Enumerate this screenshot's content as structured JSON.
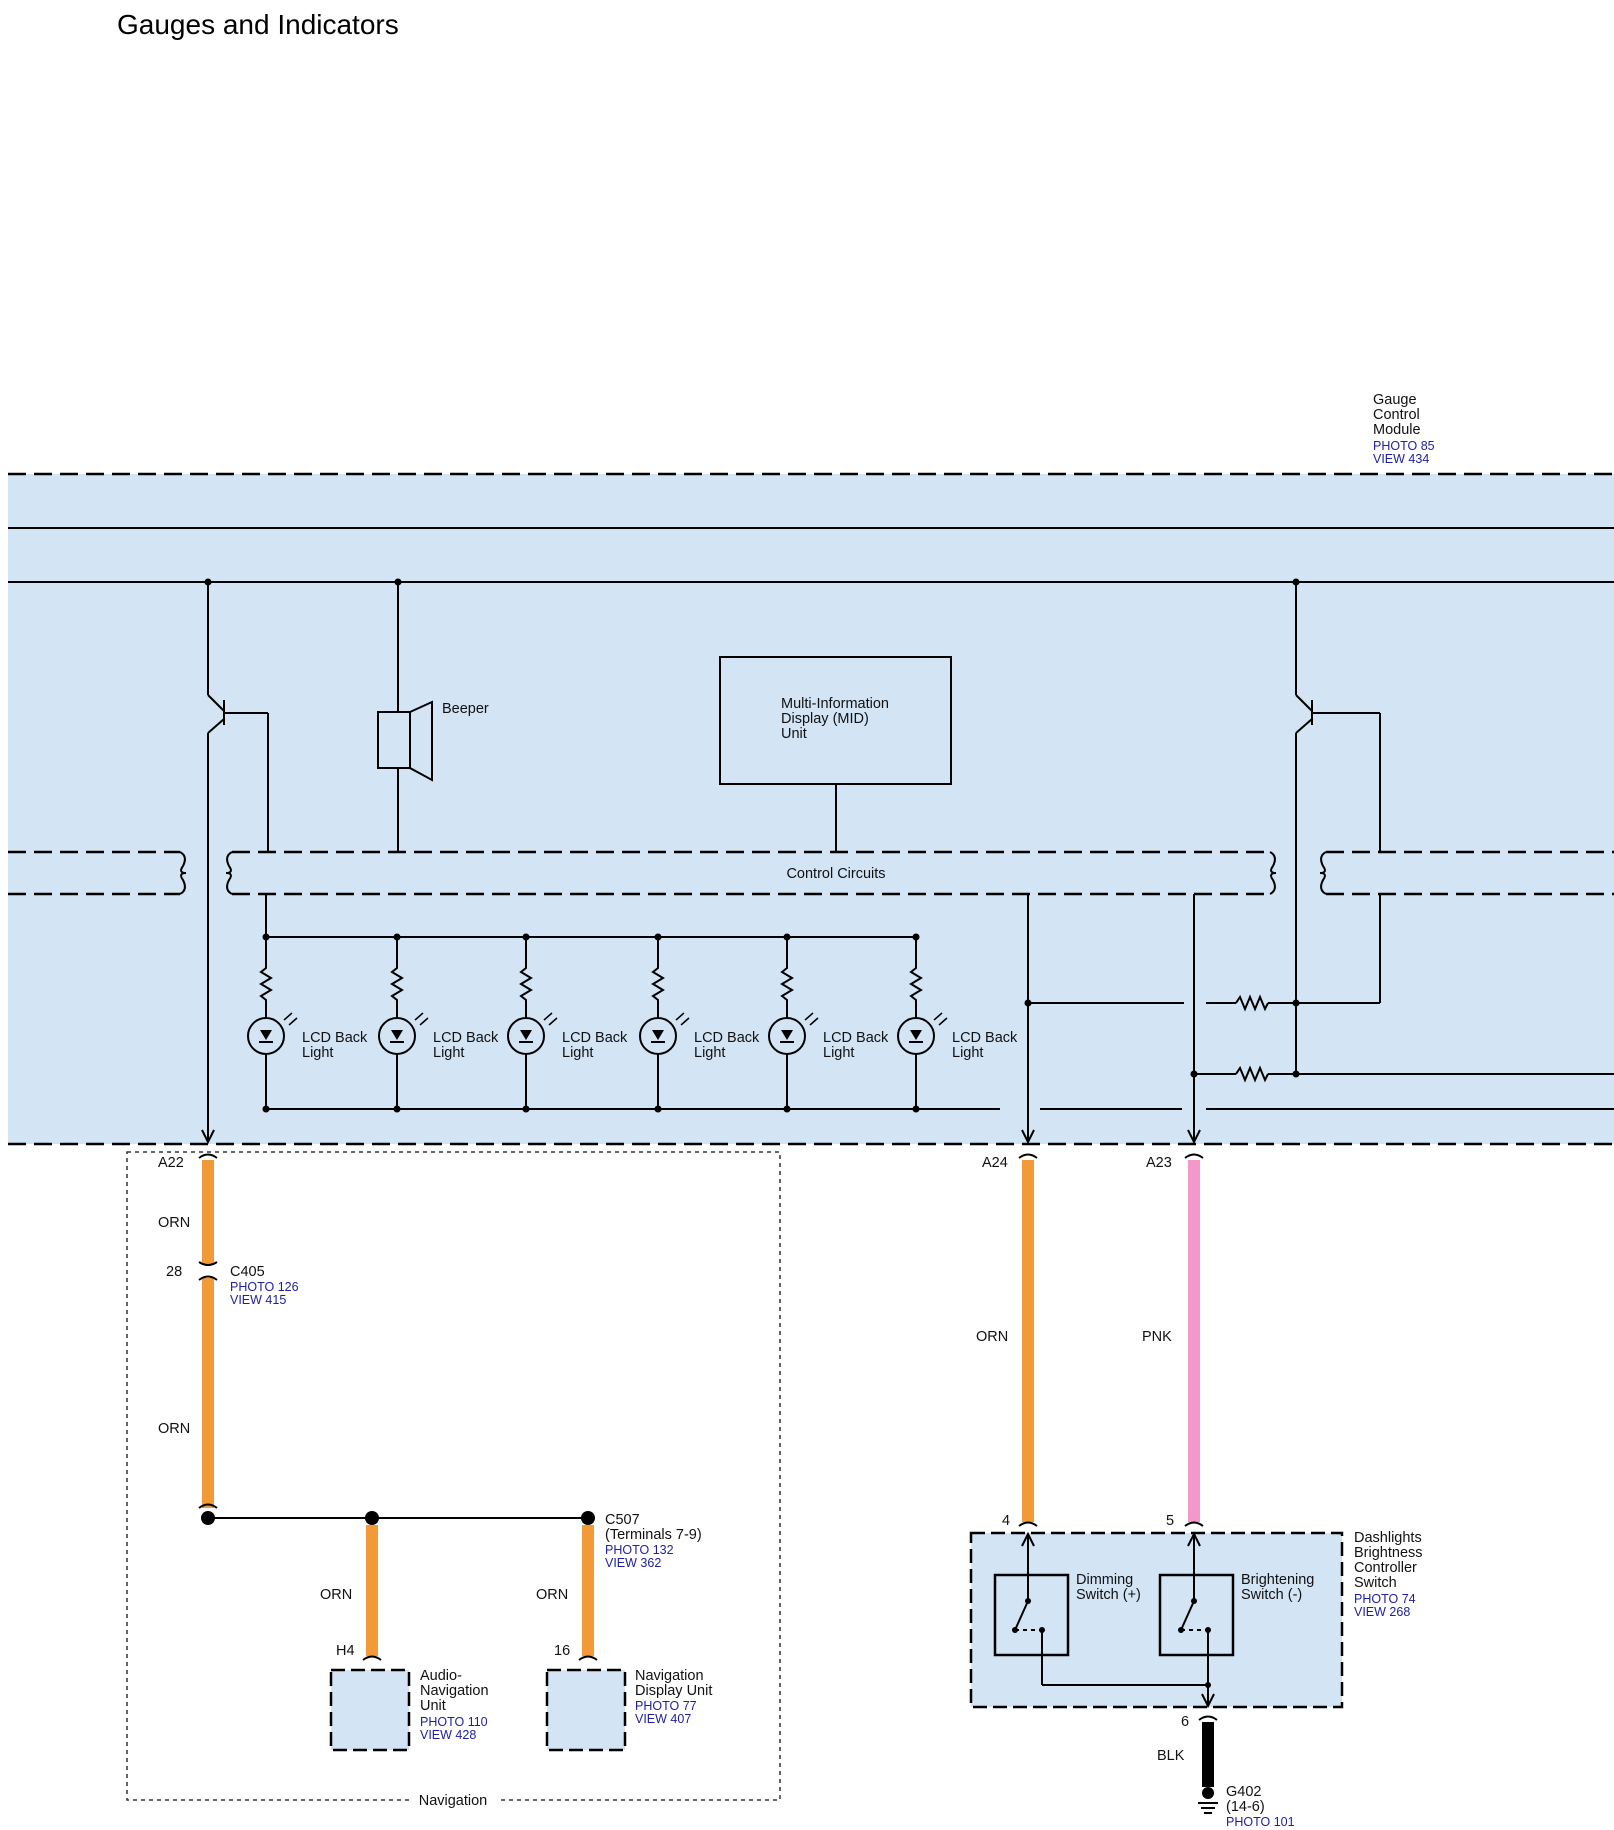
{
  "title": "Gauges and Indicators",
  "colors": {
    "module_fill": "#d3e4f5",
    "wire_orange": "#f39a38",
    "wire_pink": "#f497c9",
    "wire_black": "#000000",
    "ref_text": "#1f1f9e"
  },
  "gauge_module": {
    "line1": "Gauge",
    "line2": "Control",
    "line3": "Module",
    "photo": "PHOTO 85",
    "view": "VIEW 434"
  },
  "beeper": "Beeper",
  "mid": {
    "line1": "Multi-Information",
    "line2": "Display (MID)",
    "line3": "Unit"
  },
  "control_circuits": "Control Circuits",
  "lcd_backlights": [
    {
      "line1": "LCD Back",
      "line2": "Light"
    },
    {
      "line1": "LCD Back",
      "line2": "Light"
    },
    {
      "line1": "LCD Back",
      "line2": "Light"
    },
    {
      "line1": "LCD Back",
      "line2": "Light"
    },
    {
      "line1": "LCD Back",
      "line2": "Light"
    },
    {
      "line1": "LCD Back",
      "line2": "Light"
    }
  ],
  "pins": {
    "a22": "A22",
    "a24": "A24",
    "a23": "A23",
    "p28": "28",
    "h4": "H4",
    "p16": "16",
    "p4": "4",
    "p5": "5",
    "p6": "6"
  },
  "wires": {
    "orn": "ORN",
    "pnk": "PNK",
    "blk": "BLK"
  },
  "c405": {
    "name": "C405",
    "photo": "PHOTO 126",
    "view": "VIEW 415"
  },
  "c507": {
    "name": "C507",
    "terminals": "(Terminals 7-9)",
    "photo": "PHOTO 132",
    "view": "VIEW 362"
  },
  "audio_nav": {
    "line1": "Audio-",
    "line2": "Navigation",
    "line3": "Unit",
    "photo": "PHOTO 110",
    "view": "VIEW 428"
  },
  "nav_display": {
    "line1": "Navigation",
    "line2": "Display Unit",
    "photo": "PHOTO 77",
    "view": "VIEW 407"
  },
  "navigation_group": "Navigation",
  "dimming_switch": {
    "line1": "Dimming",
    "line2": "Switch (+)"
  },
  "brightening_switch": {
    "line1": "Brightening",
    "line2": "Switch (-)"
  },
  "dash_switch": {
    "line1": "Dashlights",
    "line2": "Brightness",
    "line3": "Controller",
    "line4": "Switch",
    "photo": "PHOTO 74",
    "view": "VIEW 268"
  },
  "ground": {
    "name": "G402",
    "ref": "(14-6)",
    "photo": "PHOTO 101"
  }
}
